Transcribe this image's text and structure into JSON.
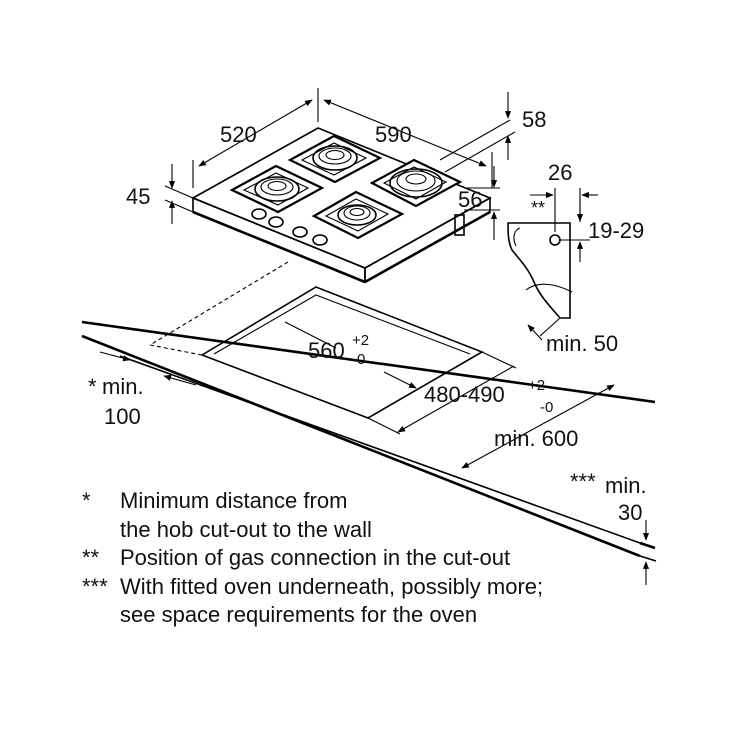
{
  "dimensions": {
    "hob_depth": "520",
    "hob_width": "590",
    "top_height": "58",
    "hob_height": "45",
    "side_height": "56",
    "gas_offset": "26",
    "gas_marker": "**",
    "gas_height": "19-29",
    "min_front": "min. 50",
    "cutout_width": "560",
    "cutout_width_tol_upper": "+2",
    "cutout_width_tol_lower": "-0",
    "cutout_depth": "480-490",
    "cutout_depth_tol_upper": "+2",
    "cutout_depth_tol_lower": "-0",
    "wall_min_mark": "*",
    "wall_min_label": "min.",
    "wall_min_value": "100",
    "worktop_depth": "min. 600",
    "worktop_thickness_mark": "***",
    "worktop_thickness_label": "min.",
    "worktop_thickness_value": "30"
  },
  "legend": [
    {
      "mark": "*",
      "lines": [
        "Minimum distance from",
        "the hob cut-out to the wall"
      ]
    },
    {
      "mark": "**",
      "lines": [
        "Position of gas connection in the cut-out"
      ]
    },
    {
      "mark": "***",
      "lines": [
        "With fitted oven underneath, possibly more;",
        "see space requirements for the oven"
      ]
    }
  ]
}
